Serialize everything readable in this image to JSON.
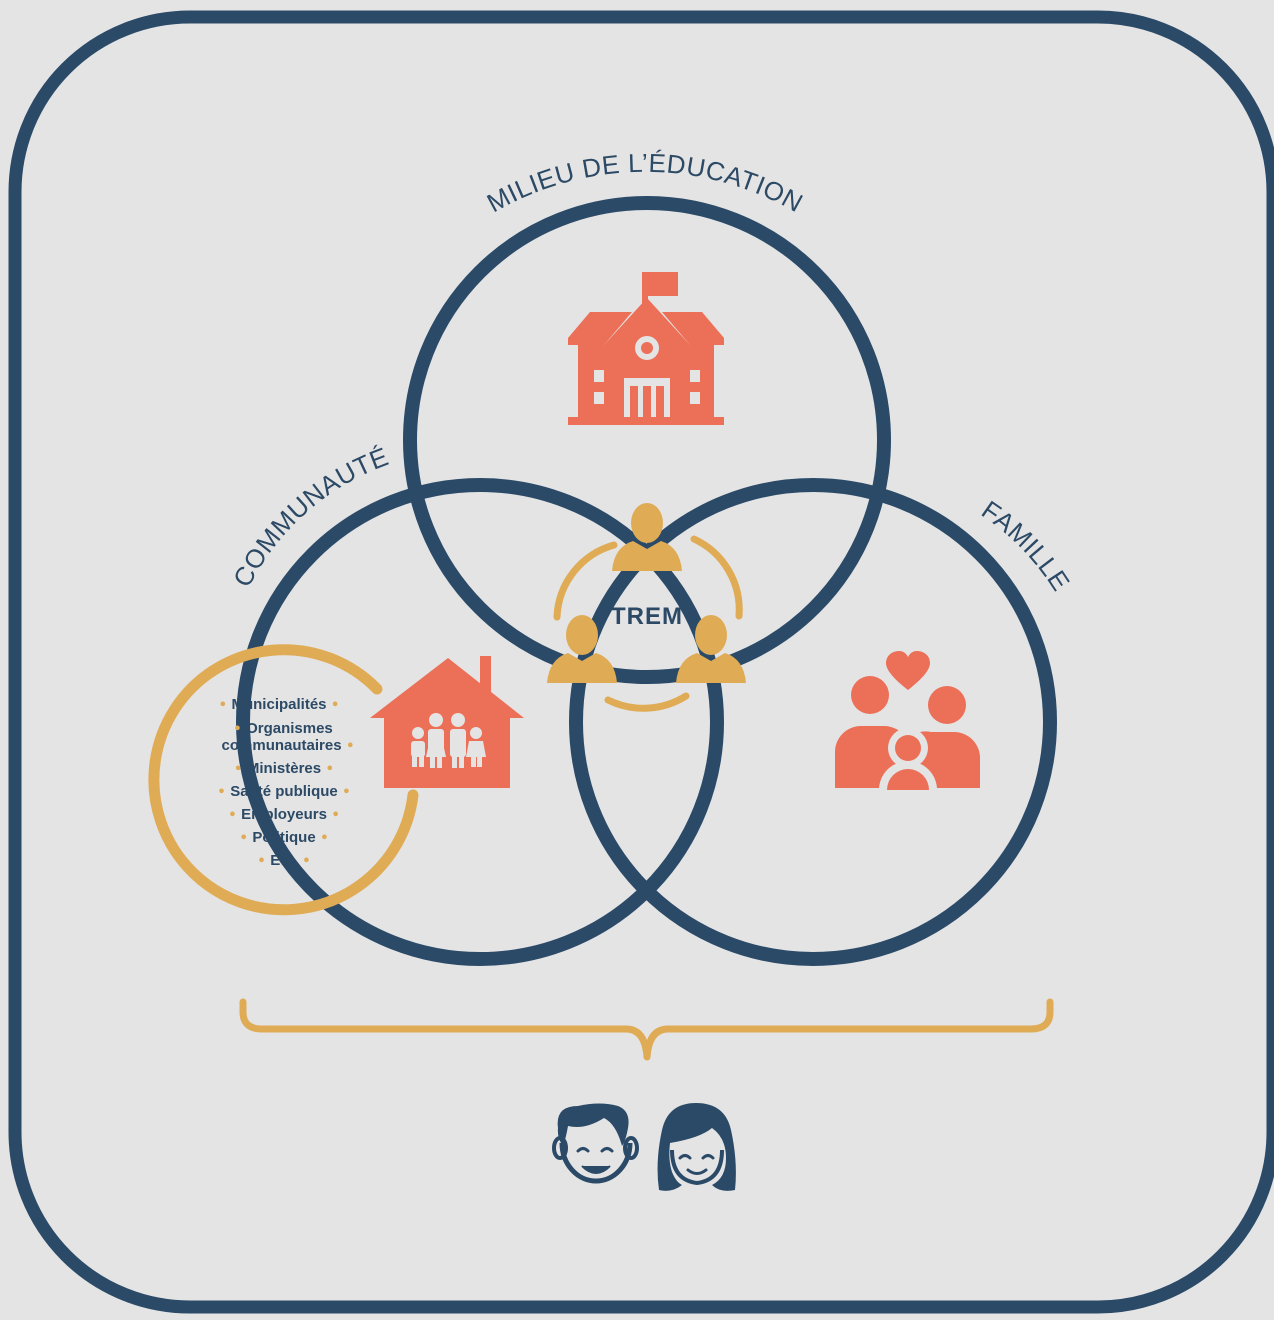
{
  "colors": {
    "navy": "#2b4a68",
    "orange": "#ec6f57",
    "gold": "#e0ab55",
    "background": "#e4e4e4"
  },
  "labels": {
    "education": "MILIEU DE L’ÉDUCATION",
    "community": "COMMUNAUTÉ",
    "family": "FAMILLE",
    "center": "TREM"
  },
  "community_list": [
    "Municipalités",
    "Organismes",
    "communautaires",
    "Ministères",
    "Santé publique",
    "Employeurs",
    "Politique",
    "Etc."
  ],
  "icons": {
    "school": "school-building-icon",
    "home": "family-house-icon",
    "family": "family-heart-icon",
    "team": "team-people-icon",
    "boy": "boy-face-icon",
    "girl": "girl-face-icon"
  }
}
